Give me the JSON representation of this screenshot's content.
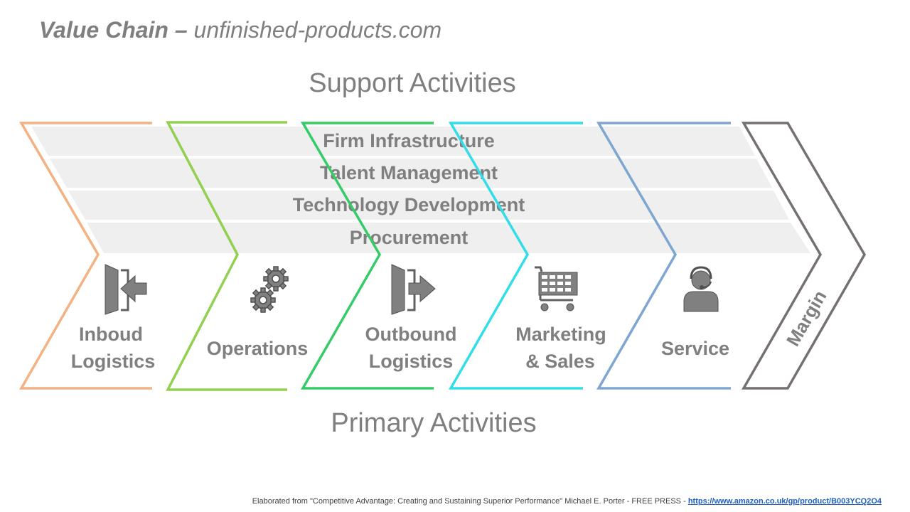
{
  "title": {
    "bold": "Value Chain –",
    "rest": " unfinished-products.com"
  },
  "support_heading": "Support Activities",
  "primary_heading": "Primary Activities",
  "support_activities": [
    "Firm Infrastructure",
    "Talent Management",
    "Technology Development",
    "Procurement"
  ],
  "primary_activities": [
    {
      "lines": [
        "Inboud",
        "Logistics"
      ],
      "icon": "inbound-door-icon",
      "color": "#f4b183"
    },
    {
      "lines": [
        "Operations"
      ],
      "icon": "gears-icon",
      "color": "#92d050"
    },
    {
      "lines": [
        "Outbound",
        "Logistics"
      ],
      "icon": "outbound-door-icon",
      "color": "#33cc66"
    },
    {
      "lines": [
        "Marketing",
        "& Sales"
      ],
      "icon": "shopping-cart-icon",
      "color": "#33dde8"
    },
    {
      "lines": [
        "Service"
      ],
      "icon": "support-agent-icon",
      "color": "#7ea6d0"
    }
  ],
  "margin": {
    "label": "Margin",
    "color": "#767171"
  },
  "band_color": "#efefef",
  "footer": {
    "text": "Elaborated from \"Competitive  Advantage: Creating and Sustaining Superior Performance\" Michael E. Porter - FREE  PRESS - ",
    "link": "https://www.amazon.co.uk/gp/product/B003YCQ2O4"
  }
}
